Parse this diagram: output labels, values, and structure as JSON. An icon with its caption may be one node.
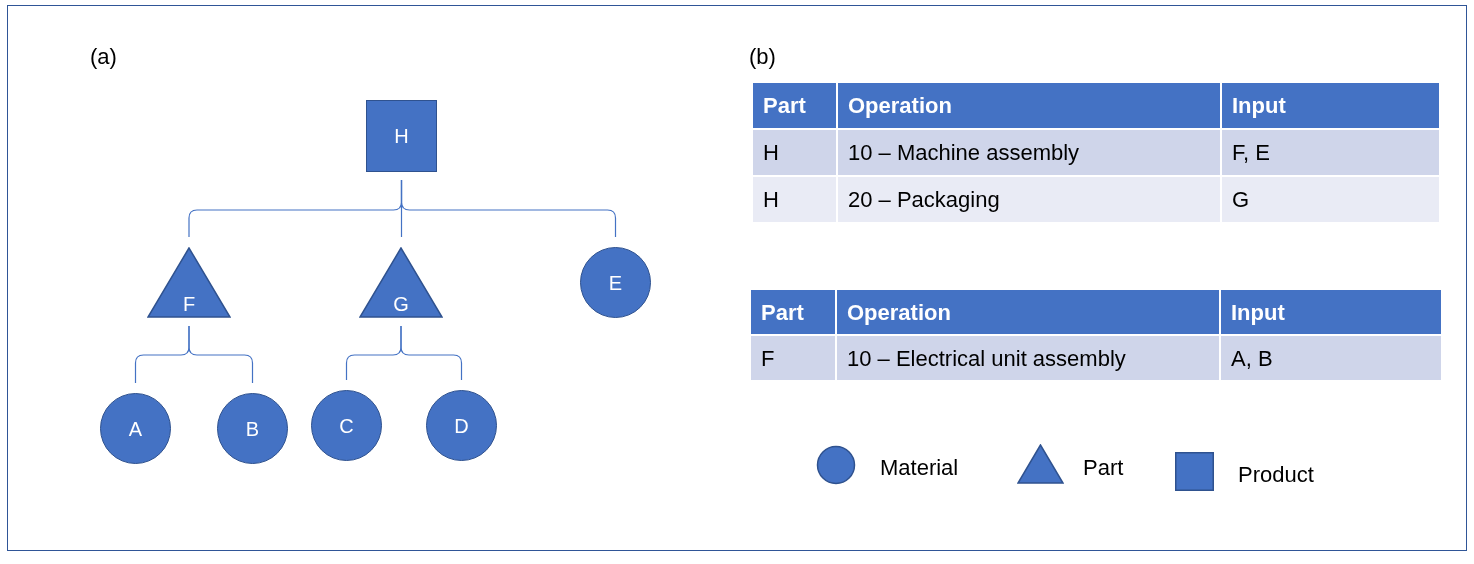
{
  "diagram": {
    "nodes": [
      {
        "text": [
          "H"
        ]
      },
      {
        "text": [
          "F"
        ]
      },
      {
        "text": [
          "G"
        ]
      },
      {
        "text": [
          "E"
        ]
      },
      {
        "text": [
          "A"
        ]
      },
      {
        "text": [
          "B"
        ]
      },
      {
        "text": [
          "C"
        ]
      },
      {
        "text": [
          "D"
        ]
      }
    ],
    "edges": [
      {
        "from": 0,
        "to": 1,
        "arrow": "none"
      },
      {
        "from": 0,
        "to": 2,
        "arrow": "none"
      },
      {
        "from": 0,
        "to": 3,
        "arrow": "none"
      },
      {
        "from": 1,
        "to": 4,
        "arrow": "none"
      },
      {
        "from": 1,
        "to": 5,
        "arrow": "none"
      },
      {
        "from": 2,
        "to": 6,
        "arrow": "none"
      },
      {
        "from": 2,
        "to": 7,
        "arrow": "none"
      }
    ],
    "labels": [
      "(a)",
      "(b)",
      "Part",
      "Operation",
      "Input",
      "H",
      "10 – Machine assembly",
      "F, E",
      "H",
      "20 – Packaging",
      "G",
      "Part",
      "Operation",
      "Input",
      "F",
      "10 – Electrical unit assembly",
      "A, B"
    ],
    "legend": [
      {
        "text": "Material"
      },
      {
        "text": "Part"
      },
      {
        "text": "Product"
      }
    ]
  }
}
